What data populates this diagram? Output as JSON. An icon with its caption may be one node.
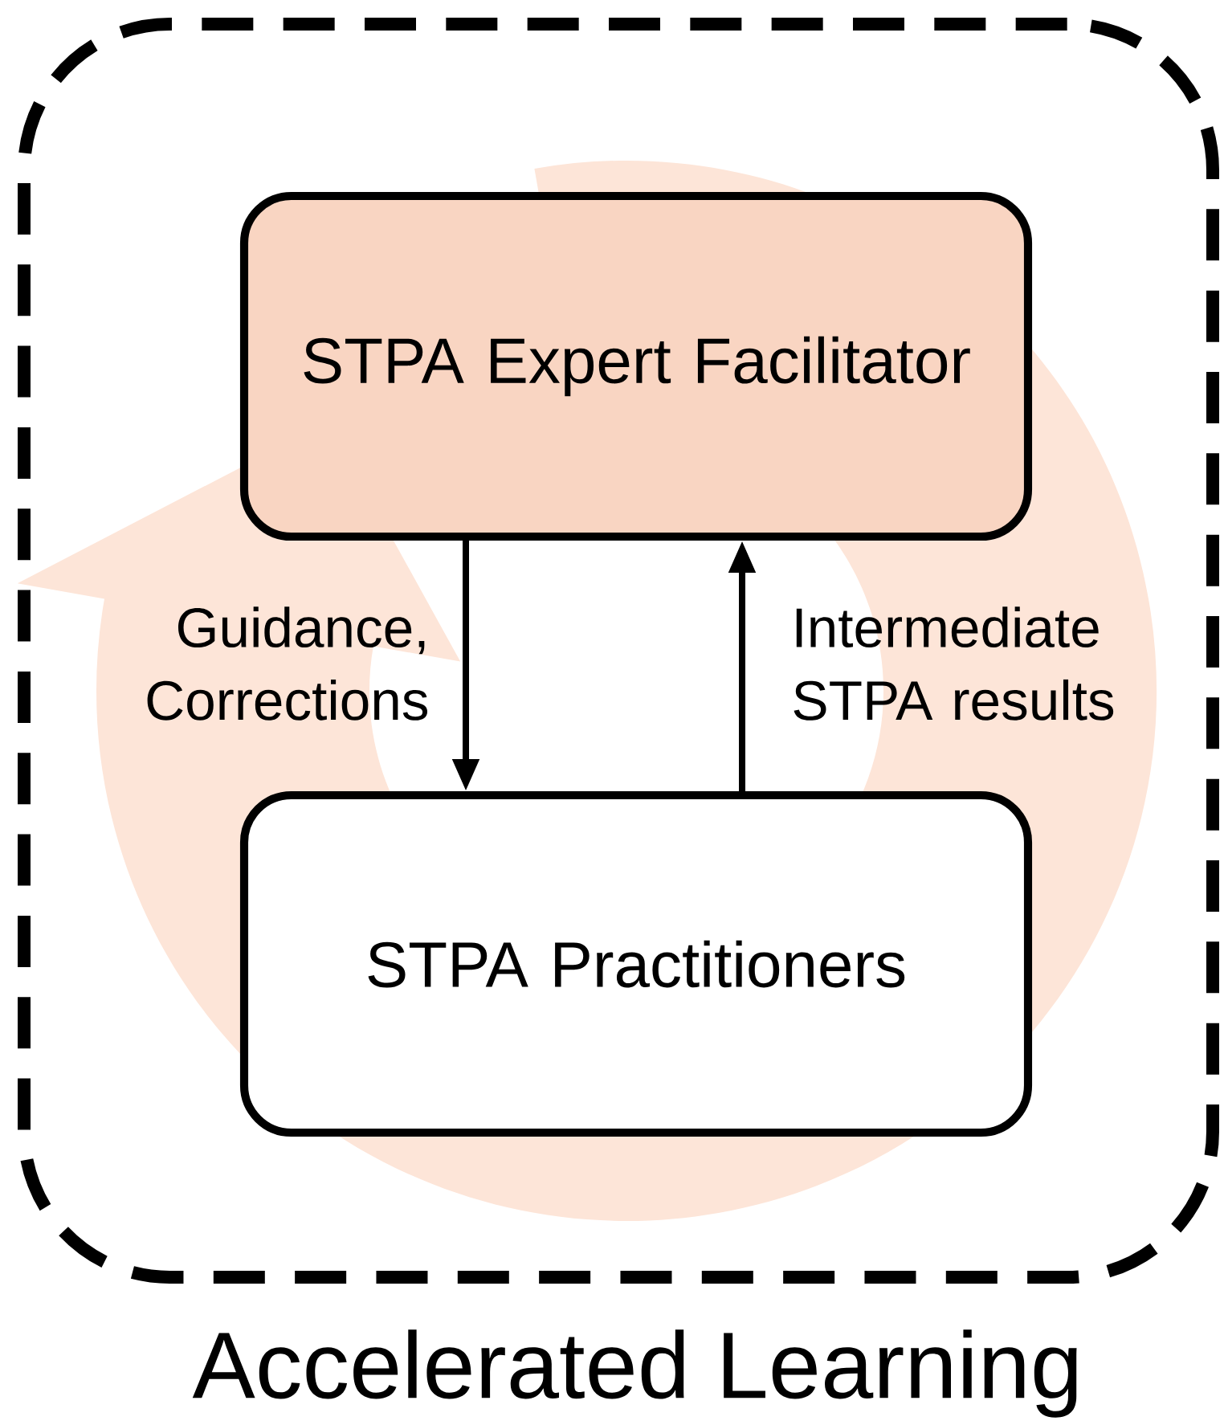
{
  "diagram": {
    "nodes": [
      {
        "text": [
          "Accelerated Learning"
        ]
      },
      {
        "text": [
          "STPA Expert Facilitator"
        ],
        "in": 0
      },
      {
        "text": [
          "STPA Practitioners"
        ],
        "in": 0
      }
    ],
    "edges": [
      {
        "from": 1,
        "to": 2,
        "arrow": "to",
        "label": "Guidance, Corrections"
      },
      {
        "from": 2,
        "to": 1,
        "arrow": "to",
        "label": "Intermediate STPA results"
      }
    ]
  }
}
